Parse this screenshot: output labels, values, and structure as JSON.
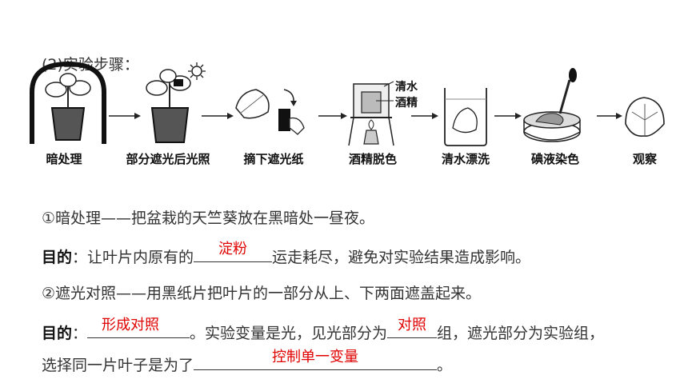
{
  "heading": "(2)实验步骤：",
  "steps": [
    {
      "label": "暗处理",
      "icon": "dark-box-plant-icon"
    },
    {
      "label": "部分遮光后光照",
      "icon": "partial-shade-plant-sun-icon"
    },
    {
      "label": "摘下遮光纸",
      "icon": "remove-paper-icon"
    },
    {
      "label": "酒精脱色",
      "icon": "alcohol-decolor-apparatus-icon"
    },
    {
      "label": "清水漂洗",
      "icon": "water-rinse-beaker-icon"
    },
    {
      "label": "碘液染色",
      "icon": "iodine-dish-dropper-icon"
    },
    {
      "label": "观察",
      "icon": "leaf-observe-icon"
    }
  ],
  "diagram_labels": {
    "water": "清水",
    "alcohol": "酒精"
  },
  "line1": "①暗处理——把盆栽的天竺葵放在黑暗处一昼夜。",
  "line2": {
    "prefix": "目的",
    "colon": "：让叶片内原有的",
    "answer": "淀粉",
    "suffix": "运走耗尽，避免对实验结果造成影响。"
  },
  "line3": "②遮光对照——用黑纸片把叶片的一部分从上、下两面遮盖起来。",
  "line4": {
    "prefix": "目的",
    "colon": "：",
    "answer1": "形成对照",
    "middle": "。实验变量是光，见光部分为",
    "answer2": "对照",
    "suffix": "组，遮光部分为实验组，"
  },
  "line5": {
    "text": "选择同一片叶子是为了",
    "answer": "控制单一变量",
    "end": "。"
  }
}
